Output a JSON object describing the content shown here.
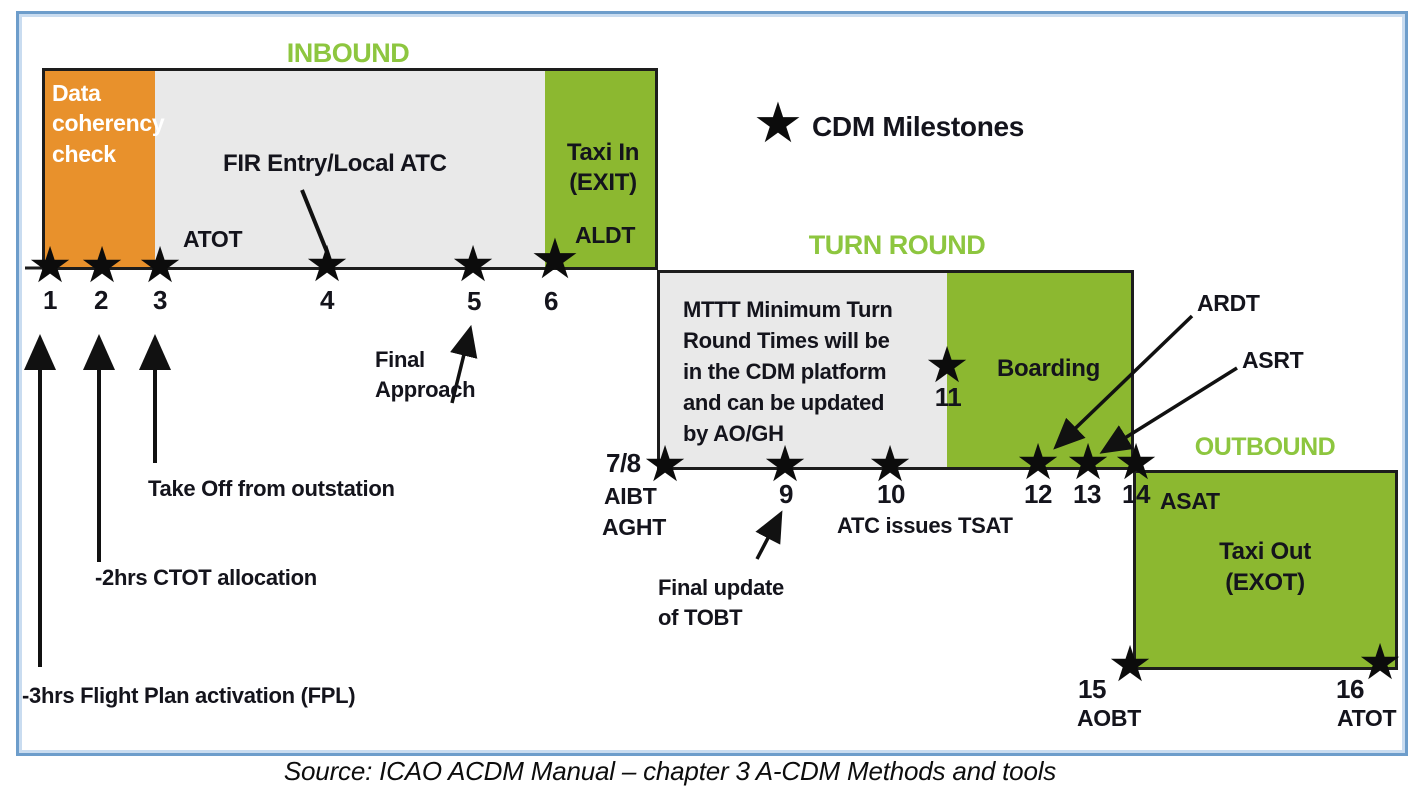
{
  "legend": {
    "label": "CDM Milestones"
  },
  "sections": {
    "inbound": {
      "title": "INBOUND"
    },
    "turn_round": {
      "title": "TURN ROUND"
    },
    "outbound": {
      "title": "OUTBOUND"
    }
  },
  "boxes": {
    "data_coherency": "Data\ncoherency\ncheck",
    "taxi_in": "Taxi In\n(EXIT)",
    "mttt_note": "MTTT Minimum Turn\nRound Times will be\nin the CDM platform\nand can be updated\nby AO/GH",
    "boarding": "Boarding",
    "taxi_out": "Taxi Out\n(EXOT)"
  },
  "time_codes": {
    "atot_in": "ATOT",
    "aldt": "ALDT",
    "aibt": "AIBT",
    "aght": "AGHT",
    "ardt": "ARDT",
    "asrt": "ASRT",
    "asat": "ASAT",
    "aobt": "AOBT",
    "atot_out": "ATOT"
  },
  "annotations": {
    "fir": "FIR Entry/Local ATC",
    "final_approach": "Final\nApproach",
    "take_off": "Take Off from outstation",
    "ctot": "-2hrs CTOT allocation",
    "fpl": "-3hrs Flight Plan activation (FPL)",
    "final_update": "Final update\nof TOBT",
    "atc_tsat": "ATC issues TSAT"
  },
  "milestones": [
    {
      "n": "1"
    },
    {
      "n": "2"
    },
    {
      "n": "3"
    },
    {
      "n": "4"
    },
    {
      "n": "5"
    },
    {
      "n": "6"
    },
    {
      "n": "7/8"
    },
    {
      "n": "9"
    },
    {
      "n": "10"
    },
    {
      "n": "11"
    },
    {
      "n": "12"
    },
    {
      "n": "13"
    },
    {
      "n": "14"
    },
    {
      "n": "15"
    },
    {
      "n": "16"
    }
  ],
  "caption": "Source: ICAO ACDM Manual – chapter 3 A-CDM Methods and tools",
  "colors": {
    "orange": "#e8912c",
    "green_box": "#8cb830",
    "green_title": "#8dc63f",
    "gray_box": "#e9e9e9",
    "frame_blue": "#6d9dcb",
    "line_black": "#1d1d1d"
  }
}
